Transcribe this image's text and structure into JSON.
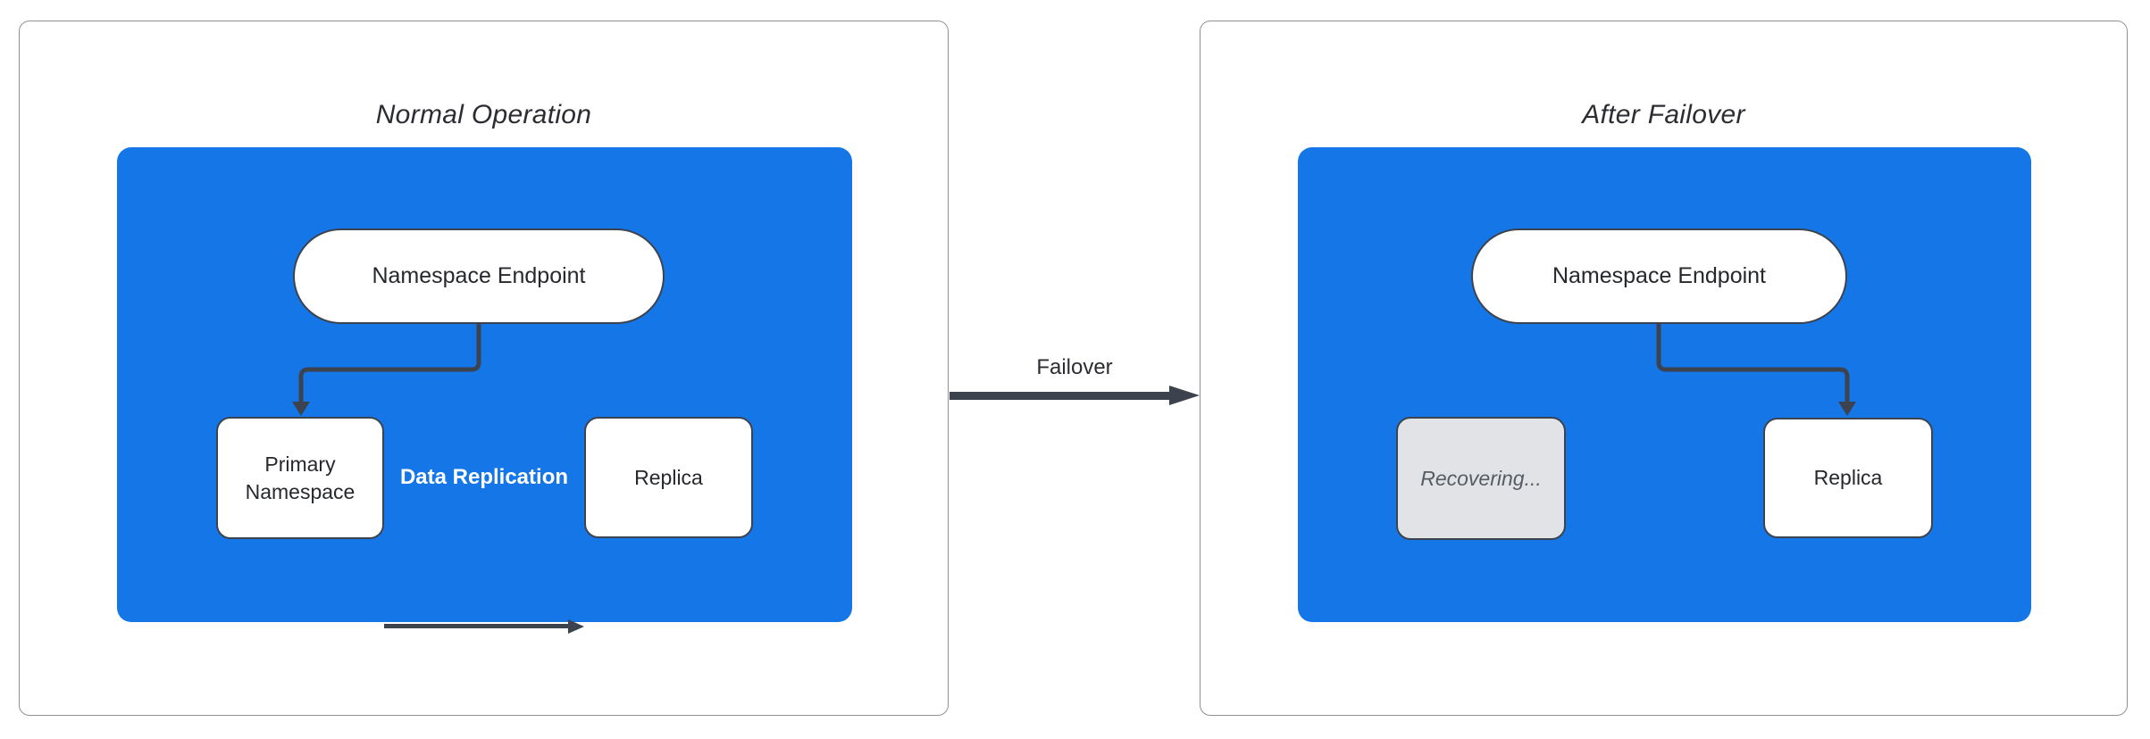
{
  "colors": {
    "blue": "#1576E8",
    "stroke-dark": "#3D434E",
    "panel-bg": "#FFFFFF",
    "panel-border": "#8F9196",
    "title-text": "#2B2D33",
    "label-text": "#26282D",
    "recovering-fill": "#E2E3E6",
    "recovering-text": "#575C63",
    "replication-text": "#FFFFFF"
  },
  "left_panel": {
    "title": "Normal Operation",
    "endpoint_label": "Namespace Endpoint",
    "primary_label": "Primary Namespace",
    "replica_label": "Replica",
    "replication_label": "Data Replication"
  },
  "failover": {
    "label": "Failover"
  },
  "right_panel": {
    "title": "After Failover",
    "endpoint_label": "Namespace Endpoint",
    "recovering_label": "Recovering...",
    "replica_label": "Replica"
  }
}
